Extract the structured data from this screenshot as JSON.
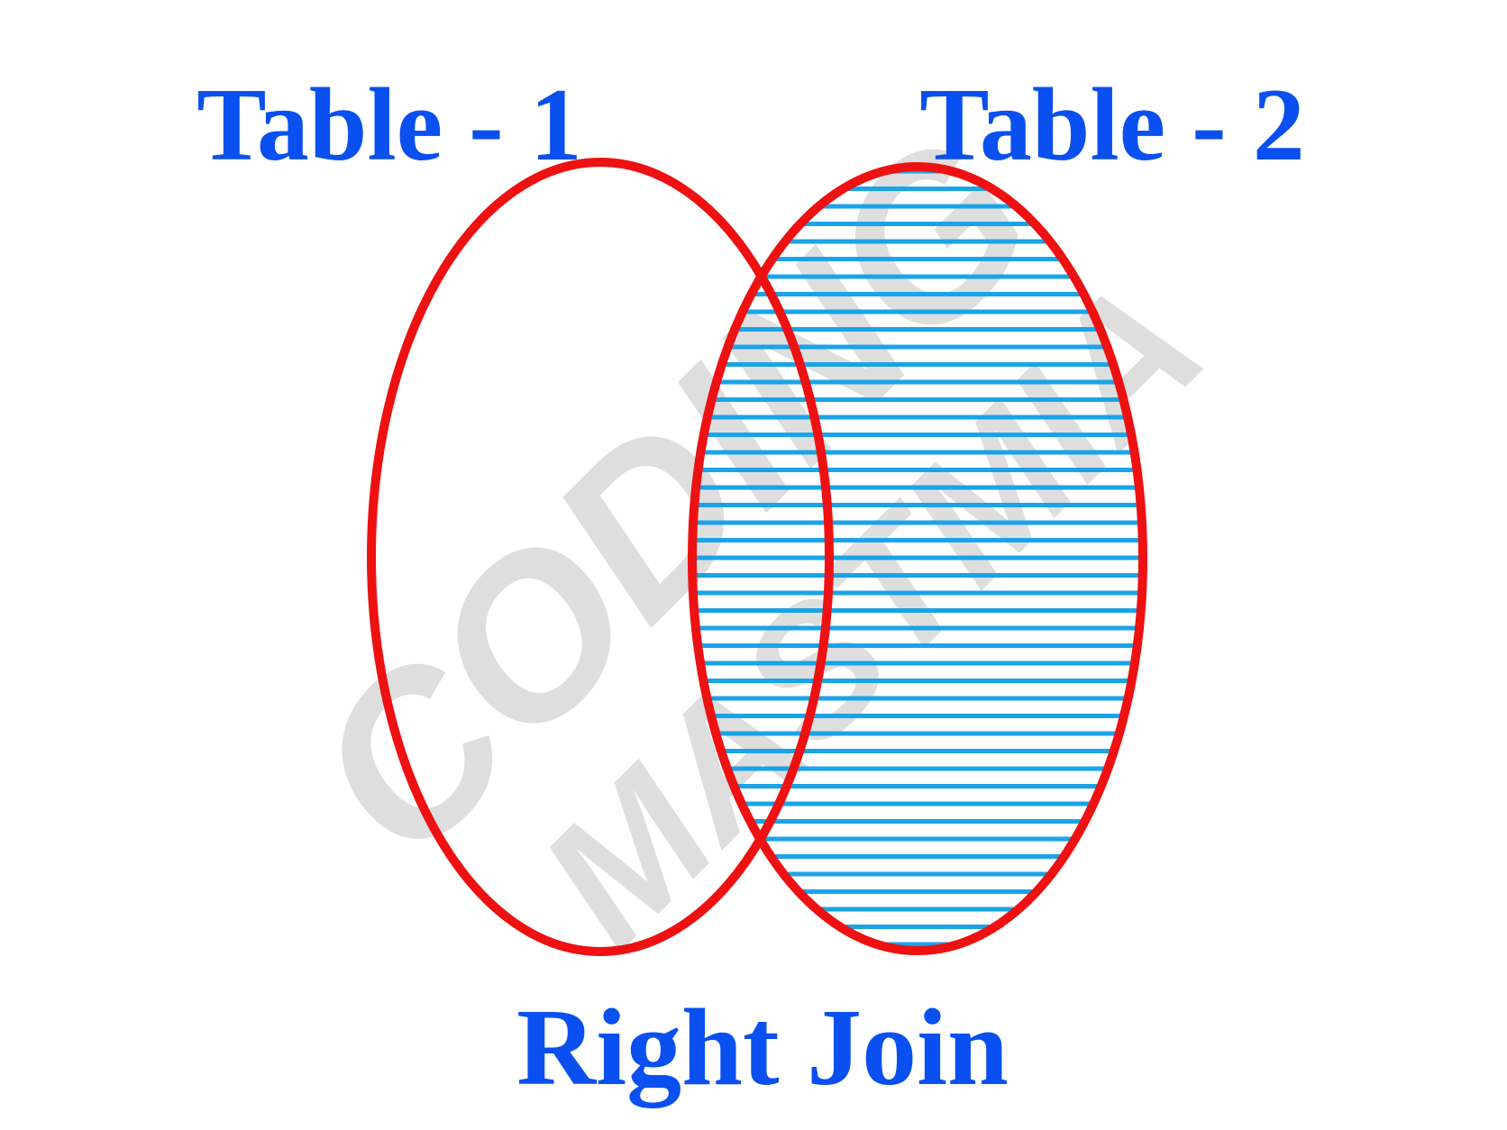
{
  "diagram": {
    "left_set_label": "Table - 1",
    "right_set_label": "Table - 2",
    "caption": "Right Join",
    "highlighted_region": "right-set",
    "colors": {
      "label": "#0a50f0",
      "outline": "#ee1111",
      "hatch": "#1aa3e8",
      "background": "#ffffff",
      "watermark": "#d9d9d9"
    }
  },
  "watermark": {
    "line1": "CODING",
    "line2": "MASTMIA"
  }
}
